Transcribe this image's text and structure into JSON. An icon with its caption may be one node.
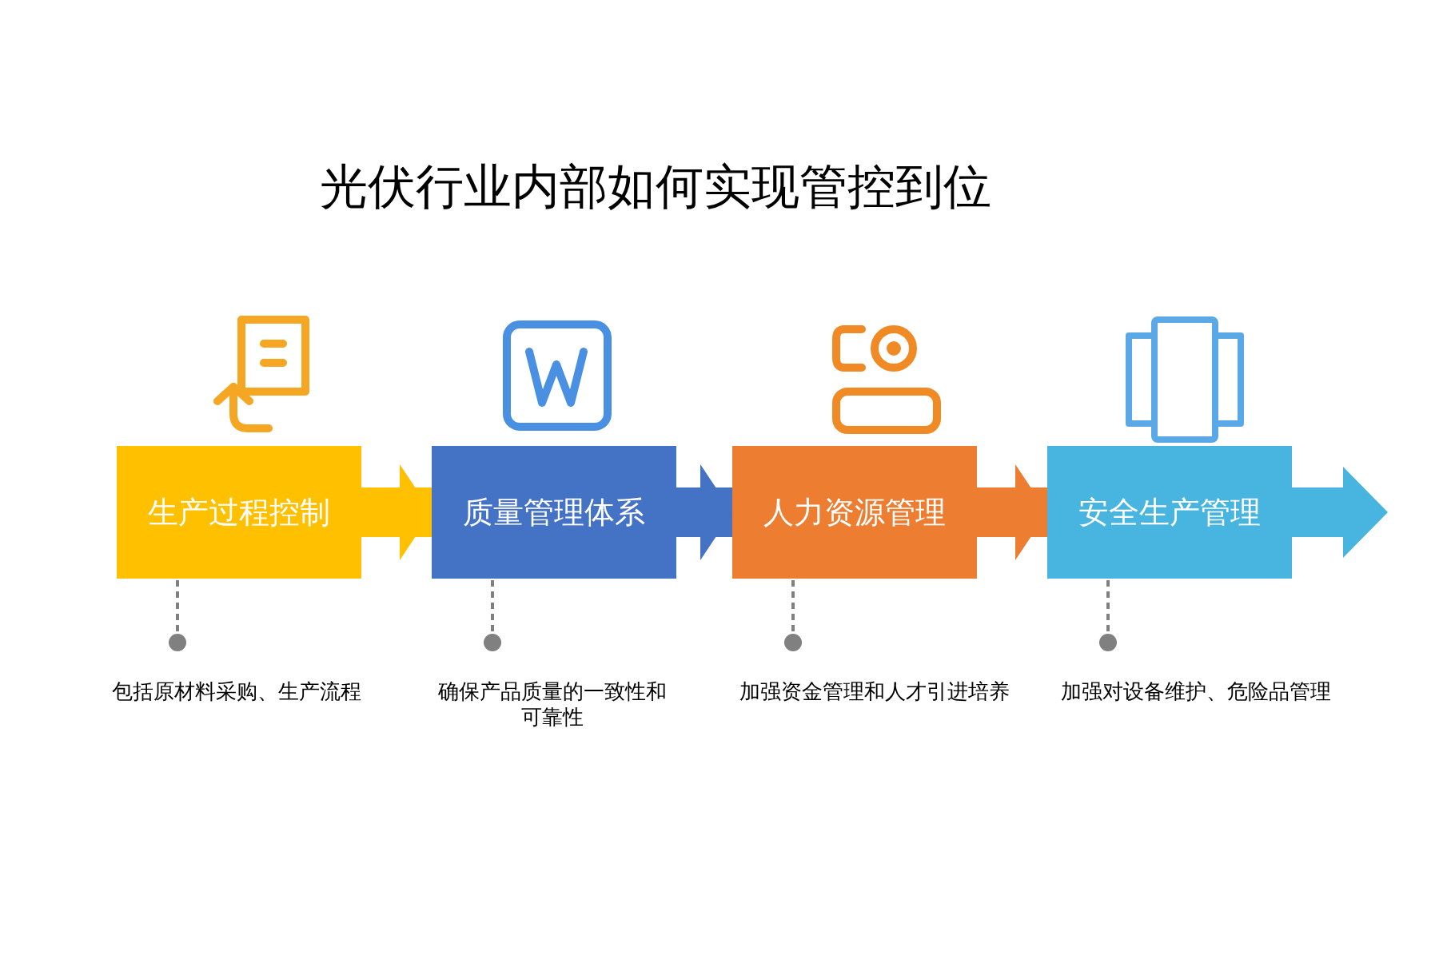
{
  "diagram": {
    "title": "光伏行业内部如何实现管控到位",
    "nodes": [
      {
        "text": [
          "生产过程控制"
        ]
      },
      {
        "text": [
          "质量管理体系"
        ]
      },
      {
        "text": [
          "人力资源管理"
        ]
      },
      {
        "text": [
          "安全生产管理"
        ]
      },
      {
        "text": [
          "包括原材料采购、生产流程"
        ]
      },
      {
        "text": [
          "确保产品质量的一致性和可靠性"
        ]
      },
      {
        "text": [
          "加强资金管理和人才引进培养"
        ]
      },
      {
        "text": [
          "加强对设备维护、危险品管理"
        ]
      }
    ],
    "edges": [
      {
        "from": 0,
        "to": 1,
        "arrow": "to",
        "style": "thick",
        "color": "#ffc000"
      },
      {
        "from": 1,
        "to": 2,
        "arrow": "to",
        "style": "thick",
        "color": "#4472c4"
      },
      {
        "from": 2,
        "to": 3,
        "arrow": "to",
        "style": "thick",
        "color": "#ed7d31"
      },
      {
        "from": 4,
        "to": 0,
        "arrow": "other",
        "style": "dashed",
        "color": "#808080"
      },
      {
        "from": 5,
        "to": 1,
        "arrow": "other",
        "style": "dashed",
        "color": "#808080"
      },
      {
        "from": 6,
        "to": 2,
        "arrow": "other",
        "style": "dashed",
        "color": "#808080"
      },
      {
        "from": 7,
        "to": 3,
        "arrow": "other",
        "style": "dashed",
        "color": "#808080"
      }
    ]
  }
}
